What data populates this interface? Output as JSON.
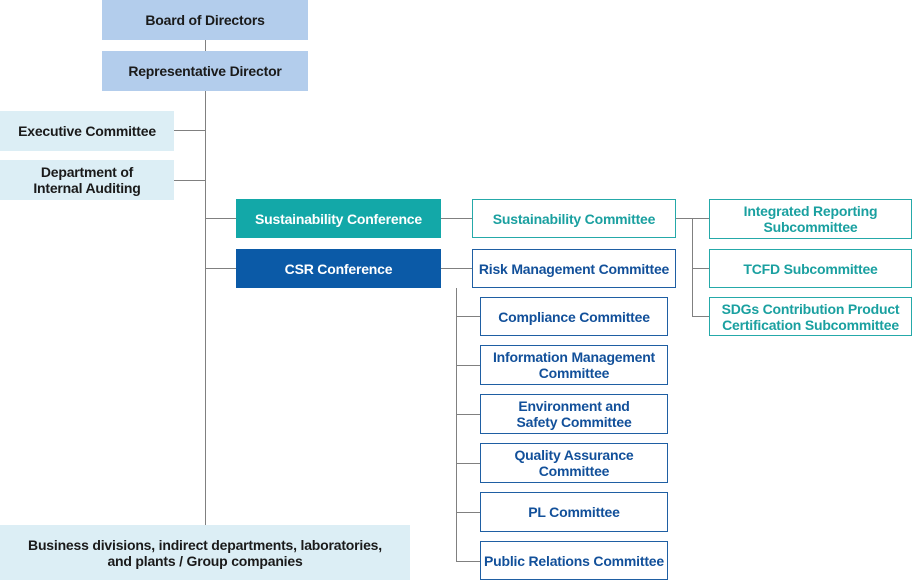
{
  "board": "Board of Directors",
  "representative": "Representative Director",
  "executive": "Executive Committee",
  "internal_audit": "Department of\nInternal Auditing",
  "sustainability_conference": "Sustainability Conference",
  "csr_conference": "CSR Conference",
  "sustainability_committee": "Sustainability Committee",
  "subcommittees": {
    "integrated_reporting": "Integrated Reporting\nSubcommittee",
    "tcfd": "TCFD Subcommittee",
    "sdgs": "SDGs Contribution Product\nCertification Subcommittee"
  },
  "csr_committees": {
    "risk": "Risk Management Committee",
    "compliance": "Compliance Committee",
    "information": "Information Management\nCommittee",
    "environment": "Environment and\nSafety Committee",
    "quality": "Quality Assurance\nCommittee",
    "pl": "PL Committee",
    "pr": "Public Relations Committee"
  },
  "business": "Business divisions, indirect departments, laboratories,\nand plants / Group companies",
  "colors": {
    "light_blue": "#b3cdec",
    "pale_blue": "#dceef5",
    "teal": "#13a8a8",
    "navy": "#0b5aa7",
    "connector": "#808080"
  }
}
